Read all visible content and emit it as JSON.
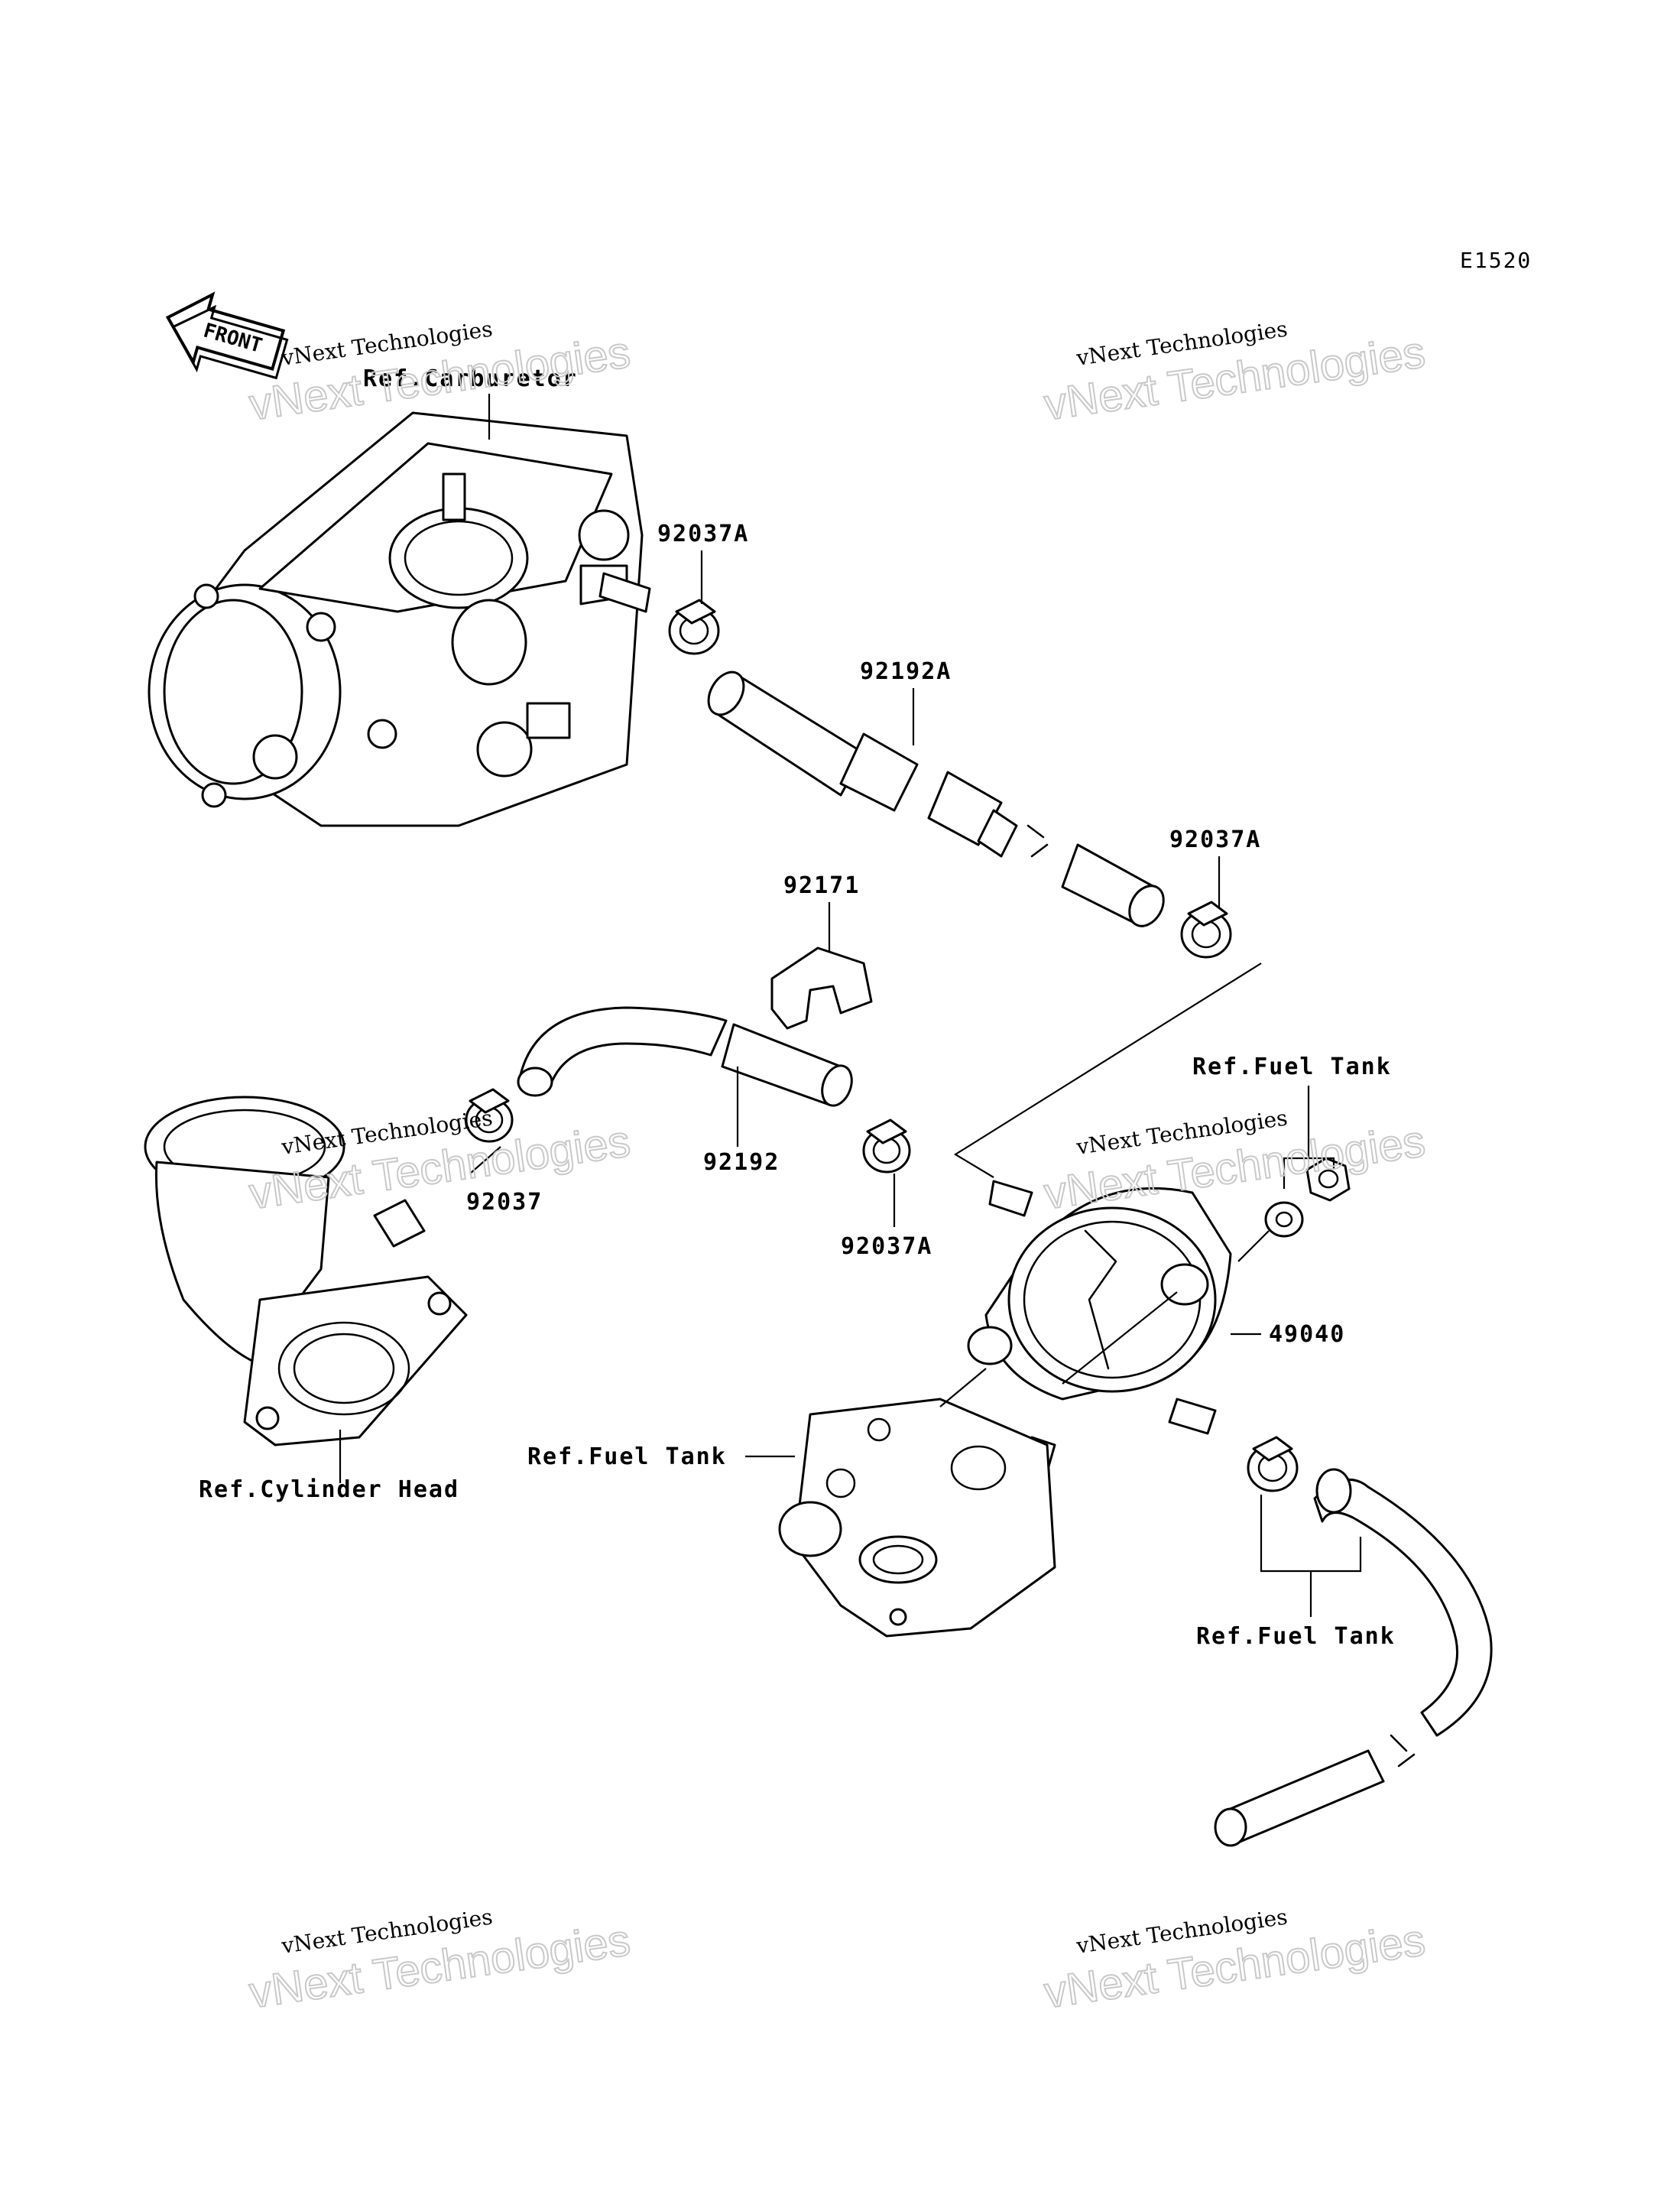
{
  "diagram_code": "E1520",
  "front_label": "FRONT",
  "watermarks": [
    {
      "line1": "vNext Technologies",
      "line2": "vNext Technologies"
    },
    {
      "line1": "vNext Technologies",
      "line2": "vNext Technologies"
    },
    {
      "line1": "vNext Technologies",
      "line2": "vNext Technologies"
    },
    {
      "line1": "vNext Technologies",
      "line2": "vNext Technologies"
    },
    {
      "line1": "vNext Technologies",
      "line2": "vNext Technologies"
    },
    {
      "line1": "vNext Technologies",
      "line2": "vNext Technologies"
    }
  ],
  "labels": {
    "ref_carburetor": "Ref.Carburetor",
    "p92037A_top": "92037A",
    "p92192A": "92192A",
    "p92037A_right": "92037A",
    "p92171": "92171",
    "p92192": "92192",
    "p92037": "92037",
    "p92037A_mid": "92037A",
    "ref_fuel_tank_top": "Ref.Fuel Tank",
    "p49040": "49040",
    "ref_fuel_tank_left": "Ref.Fuel Tank",
    "ref_cylinder_head": "Ref.Cylinder Head",
    "ref_fuel_tank_bottom": "Ref.Fuel Tank"
  }
}
